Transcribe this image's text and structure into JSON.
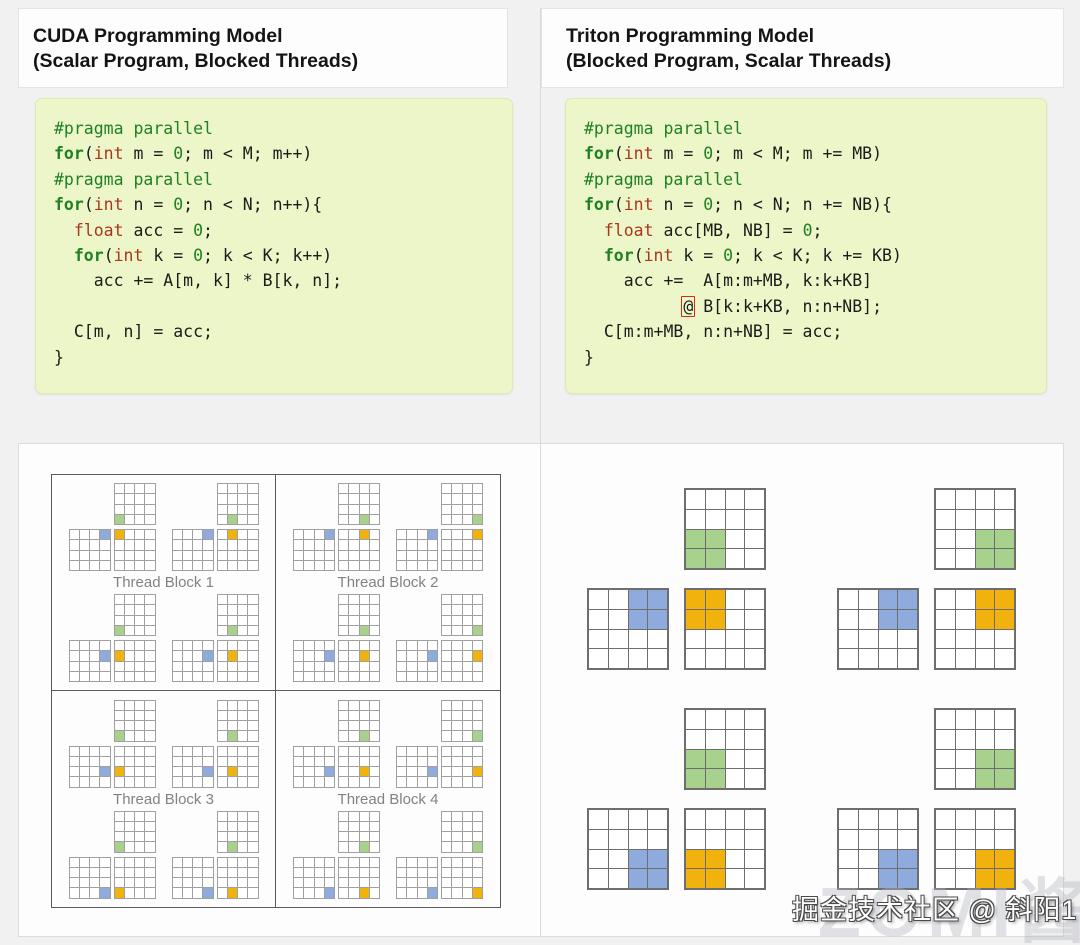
{
  "headers": [
    {
      "line1": "CUDA Programming Model",
      "line2": "(Scalar Program, Blocked Threads)"
    },
    {
      "line1": "Triton Programming Model",
      "line2": "(Blocked Program, Scalar Threads)"
    }
  ],
  "code": {
    "cuda_lines": [
      [
        [
          "g",
          "#pragma parallel"
        ]
      ],
      [
        [
          "k",
          "for"
        ],
        [
          "p",
          "("
        ],
        [
          "r",
          "int"
        ],
        [
          "p",
          " m = "
        ],
        [
          "n",
          "0"
        ],
        [
          "p",
          "; m < M; m++)"
        ]
      ],
      [
        [
          "g",
          "#pragma parallel"
        ]
      ],
      [
        [
          "k",
          "for"
        ],
        [
          "p",
          "("
        ],
        [
          "r",
          "int"
        ],
        [
          "p",
          " n = "
        ],
        [
          "n",
          "0"
        ],
        [
          "p",
          "; n < N; n++){"
        ]
      ],
      [
        [
          "p",
          "  "
        ],
        [
          "r",
          "float"
        ],
        [
          "p",
          " acc = "
        ],
        [
          "n",
          "0"
        ],
        [
          "p",
          ";"
        ]
      ],
      [
        [
          "p",
          "  "
        ],
        [
          "k",
          "for"
        ],
        [
          "p",
          "("
        ],
        [
          "r",
          "int"
        ],
        [
          "p",
          " k = "
        ],
        [
          "n",
          "0"
        ],
        [
          "p",
          "; k < K; k++)"
        ]
      ],
      [
        [
          "p",
          "    acc += A[m, k] * B[k, n];"
        ]
      ],
      [
        [
          "p",
          ""
        ]
      ],
      [
        [
          "p",
          "  C[m, n] = acc;"
        ]
      ],
      [
        [
          "p",
          "}"
        ]
      ]
    ],
    "triton_lines": [
      [
        [
          "g",
          "#pragma parallel"
        ]
      ],
      [
        [
          "k",
          "for"
        ],
        [
          "p",
          "("
        ],
        [
          "r",
          "int"
        ],
        [
          "p",
          " m = "
        ],
        [
          "n",
          "0"
        ],
        [
          "p",
          "; m < M; m += MB)"
        ]
      ],
      [
        [
          "g",
          "#pragma parallel"
        ]
      ],
      [
        [
          "k",
          "for"
        ],
        [
          "p",
          "("
        ],
        [
          "r",
          "int"
        ],
        [
          "p",
          " n = "
        ],
        [
          "n",
          "0"
        ],
        [
          "p",
          "; n < N; n += NB){"
        ]
      ],
      [
        [
          "p",
          "  "
        ],
        [
          "r",
          "float"
        ],
        [
          "p",
          " acc[MB, NB] = "
        ],
        [
          "n",
          "0"
        ],
        [
          "p",
          ";"
        ]
      ],
      [
        [
          "p",
          "  "
        ],
        [
          "k",
          "for"
        ],
        [
          "p",
          "("
        ],
        [
          "r",
          "int"
        ],
        [
          "p",
          " k = "
        ],
        [
          "n",
          "0"
        ],
        [
          "p",
          "; k < K; k += KB)"
        ]
      ],
      [
        [
          "p",
          "    acc +=  A[m:m+MB, k:k+KB]"
        ]
      ],
      [
        [
          "p",
          "          "
        ],
        [
          "at",
          "@"
        ],
        [
          "p",
          " B[k:k+KB, n:n+NB];"
        ]
      ],
      [
        [
          "p",
          "  C[m:m+MB, n:n+NB] = acc;"
        ]
      ],
      [
        [
          "p",
          "}"
        ]
      ]
    ]
  },
  "cuda_diagram": {
    "matrix_size": 4,
    "blocks": [
      {
        "label": "Thread Block 1",
        "units": [
          {
            "a": [
              0,
              3
            ],
            "b": [
              3,
              0
            ],
            "c": [
              0,
              0
            ]
          },
          {
            "a": [
              0,
              3
            ],
            "b": [
              3,
              1
            ],
            "c": [
              0,
              1
            ]
          },
          {
            "a": [
              1,
              3
            ],
            "b": [
              3,
              0
            ],
            "c": [
              1,
              0
            ]
          },
          {
            "a": [
              1,
              3
            ],
            "b": [
              3,
              1
            ],
            "c": [
              1,
              1
            ]
          }
        ]
      },
      {
        "label": "Thread Block 2",
        "units": [
          {
            "a": [
              0,
              3
            ],
            "b": [
              3,
              2
            ],
            "c": [
              0,
              2
            ]
          },
          {
            "a": [
              0,
              3
            ],
            "b": [
              3,
              3
            ],
            "c": [
              0,
              3
            ]
          },
          {
            "a": [
              1,
              3
            ],
            "b": [
              3,
              2
            ],
            "c": [
              1,
              2
            ]
          },
          {
            "a": [
              1,
              3
            ],
            "b": [
              3,
              3
            ],
            "c": [
              1,
              3
            ]
          }
        ]
      },
      {
        "label": "Thread Block 3",
        "units": [
          {
            "a": [
              2,
              3
            ],
            "b": [
              3,
              0
            ],
            "c": [
              2,
              0
            ]
          },
          {
            "a": [
              2,
              3
            ],
            "b": [
              3,
              1
            ],
            "c": [
              2,
              1
            ]
          },
          {
            "a": [
              3,
              3
            ],
            "b": [
              3,
              0
            ],
            "c": [
              3,
              0
            ]
          },
          {
            "a": [
              3,
              3
            ],
            "b": [
              3,
              1
            ],
            "c": [
              3,
              1
            ]
          }
        ]
      },
      {
        "label": "Thread Block 4",
        "units": [
          {
            "a": [
              2,
              3
            ],
            "b": [
              3,
              2
            ],
            "c": [
              2,
              2
            ]
          },
          {
            "a": [
              2,
              3
            ],
            "b": [
              3,
              3
            ],
            "c": [
              2,
              3
            ]
          },
          {
            "a": [
              3,
              3
            ],
            "b": [
              3,
              2
            ],
            "c": [
              3,
              2
            ]
          },
          {
            "a": [
              3,
              3
            ],
            "b": [
              3,
              3
            ],
            "c": [
              3,
              3
            ]
          }
        ]
      }
    ]
  },
  "triton_diagram": {
    "matrix_size": 4,
    "tile_size": 2,
    "programs": [
      {
        "a": [
          0,
          2
        ],
        "b": [
          2,
          0
        ],
        "c": [
          0,
          0
        ]
      },
      {
        "a": [
          0,
          2
        ],
        "b": [
          2,
          2
        ],
        "c": [
          0,
          2
        ]
      },
      {
        "a": [
          2,
          2
        ],
        "b": [
          2,
          0
        ],
        "c": [
          2,
          0
        ]
      },
      {
        "a": [
          2,
          2
        ],
        "b": [
          2,
          2
        ],
        "c": [
          2,
          2
        ]
      }
    ]
  },
  "colors": {
    "keyword_green": "#208024",
    "type_red": "#A8371E",
    "plain_text": "#1B1B1B",
    "at_box_red": "#D5281B",
    "code_bg": "#EDF6C8",
    "matrix_blue": "#8FAADC",
    "matrix_green": "#A9D18E",
    "matrix_orange": "#F2B20E",
    "cuda_line": "#A0A0A0",
    "cuda_outline": "#5A5A5A",
    "triton_line": "#6E6E6E",
    "label_gray": "#828282",
    "divider": "#D9D9D9",
    "section_bg": "#F1F1F2",
    "panel_white": "#FDFDFE",
    "header_text": "#141414"
  },
  "watermark": {
    "text": "掘金技术社区 @ 斜阳1",
    "ghost": "ZOMI酱"
  }
}
